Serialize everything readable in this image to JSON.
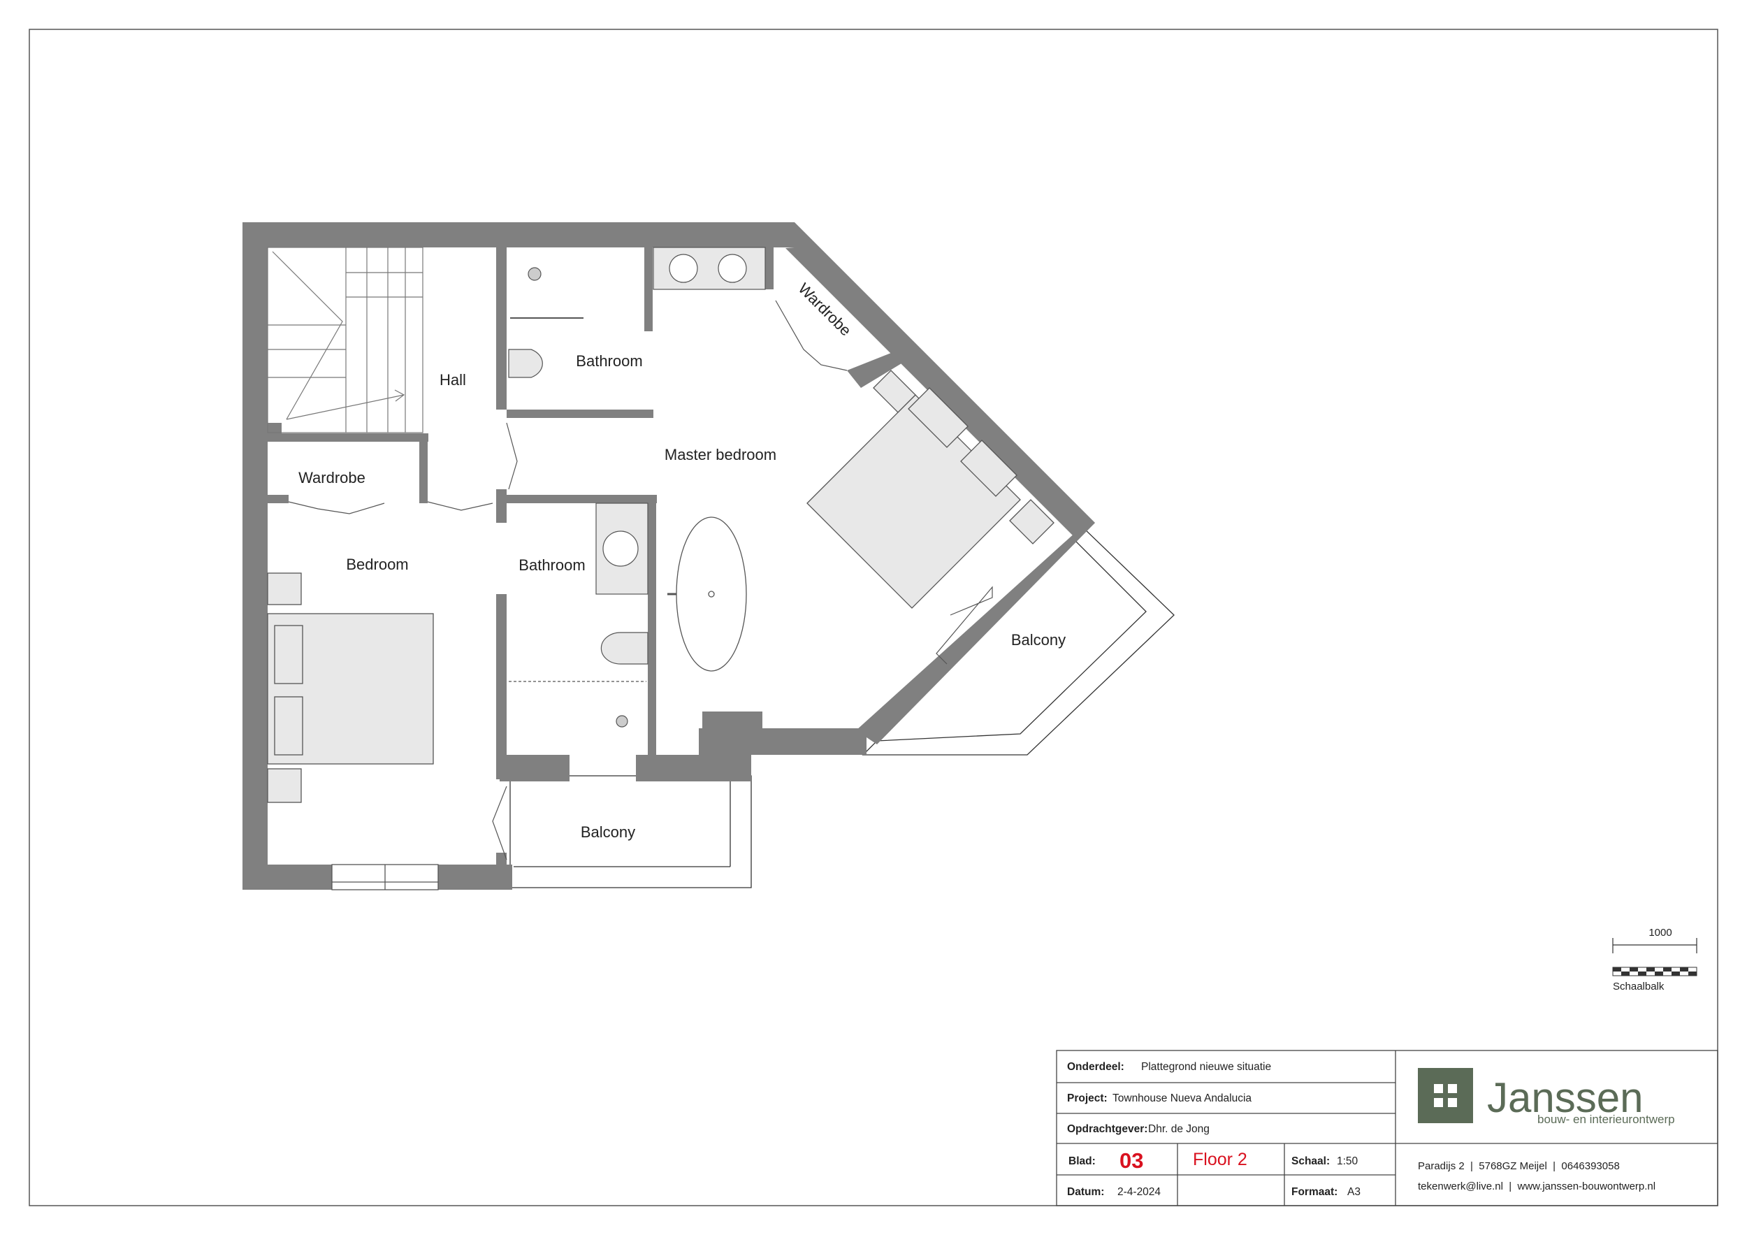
{
  "rooms": {
    "hall": "Hall",
    "bathroom_top": "Bathroom",
    "master_bedroom": "Master bedroom",
    "wardrobe_right": "Wardrobe",
    "wardrobe_left": "Wardrobe",
    "bedroom": "Bedroom",
    "bathroom_mid": "Bathroom",
    "balcony_right": "Balcony",
    "balcony_bottom": "Balcony"
  },
  "scale_bar": {
    "length_label": "1000",
    "caption": "Schaalbalk"
  },
  "title_block": {
    "onderdeel_key": "Onderdeel:",
    "onderdeel_val": "Plattegrond nieuwe situatie",
    "project_key": "Project:",
    "project_val": "Townhouse Nueva Andalucia",
    "client_key": "Opdrachtgever:",
    "client_val": "Dhr. de Jong",
    "sheet_key": "Blad:",
    "sheet_val": "03",
    "floor_val": "Floor 2",
    "scale_key": "Schaal:",
    "scale_val": "1:50",
    "date_key": "Datum:",
    "date_val": "2-4-2024",
    "format_key": "Formaat:",
    "format_val": "A3"
  },
  "company": {
    "name": "Janssen",
    "tagline": "bouw- en interieurontwerp",
    "address_line": "Paradijs 2  |  5768GZ Meijel  |  0646393058",
    "contact_line": "tekenwerk@live.nl  |  www.janssen-bouwontwerp.nl"
  },
  "colors": {
    "wall": "#808080",
    "furniture": "#e8e8e8",
    "brand": "#5b6b57",
    "accent_red": "#d9111f"
  }
}
